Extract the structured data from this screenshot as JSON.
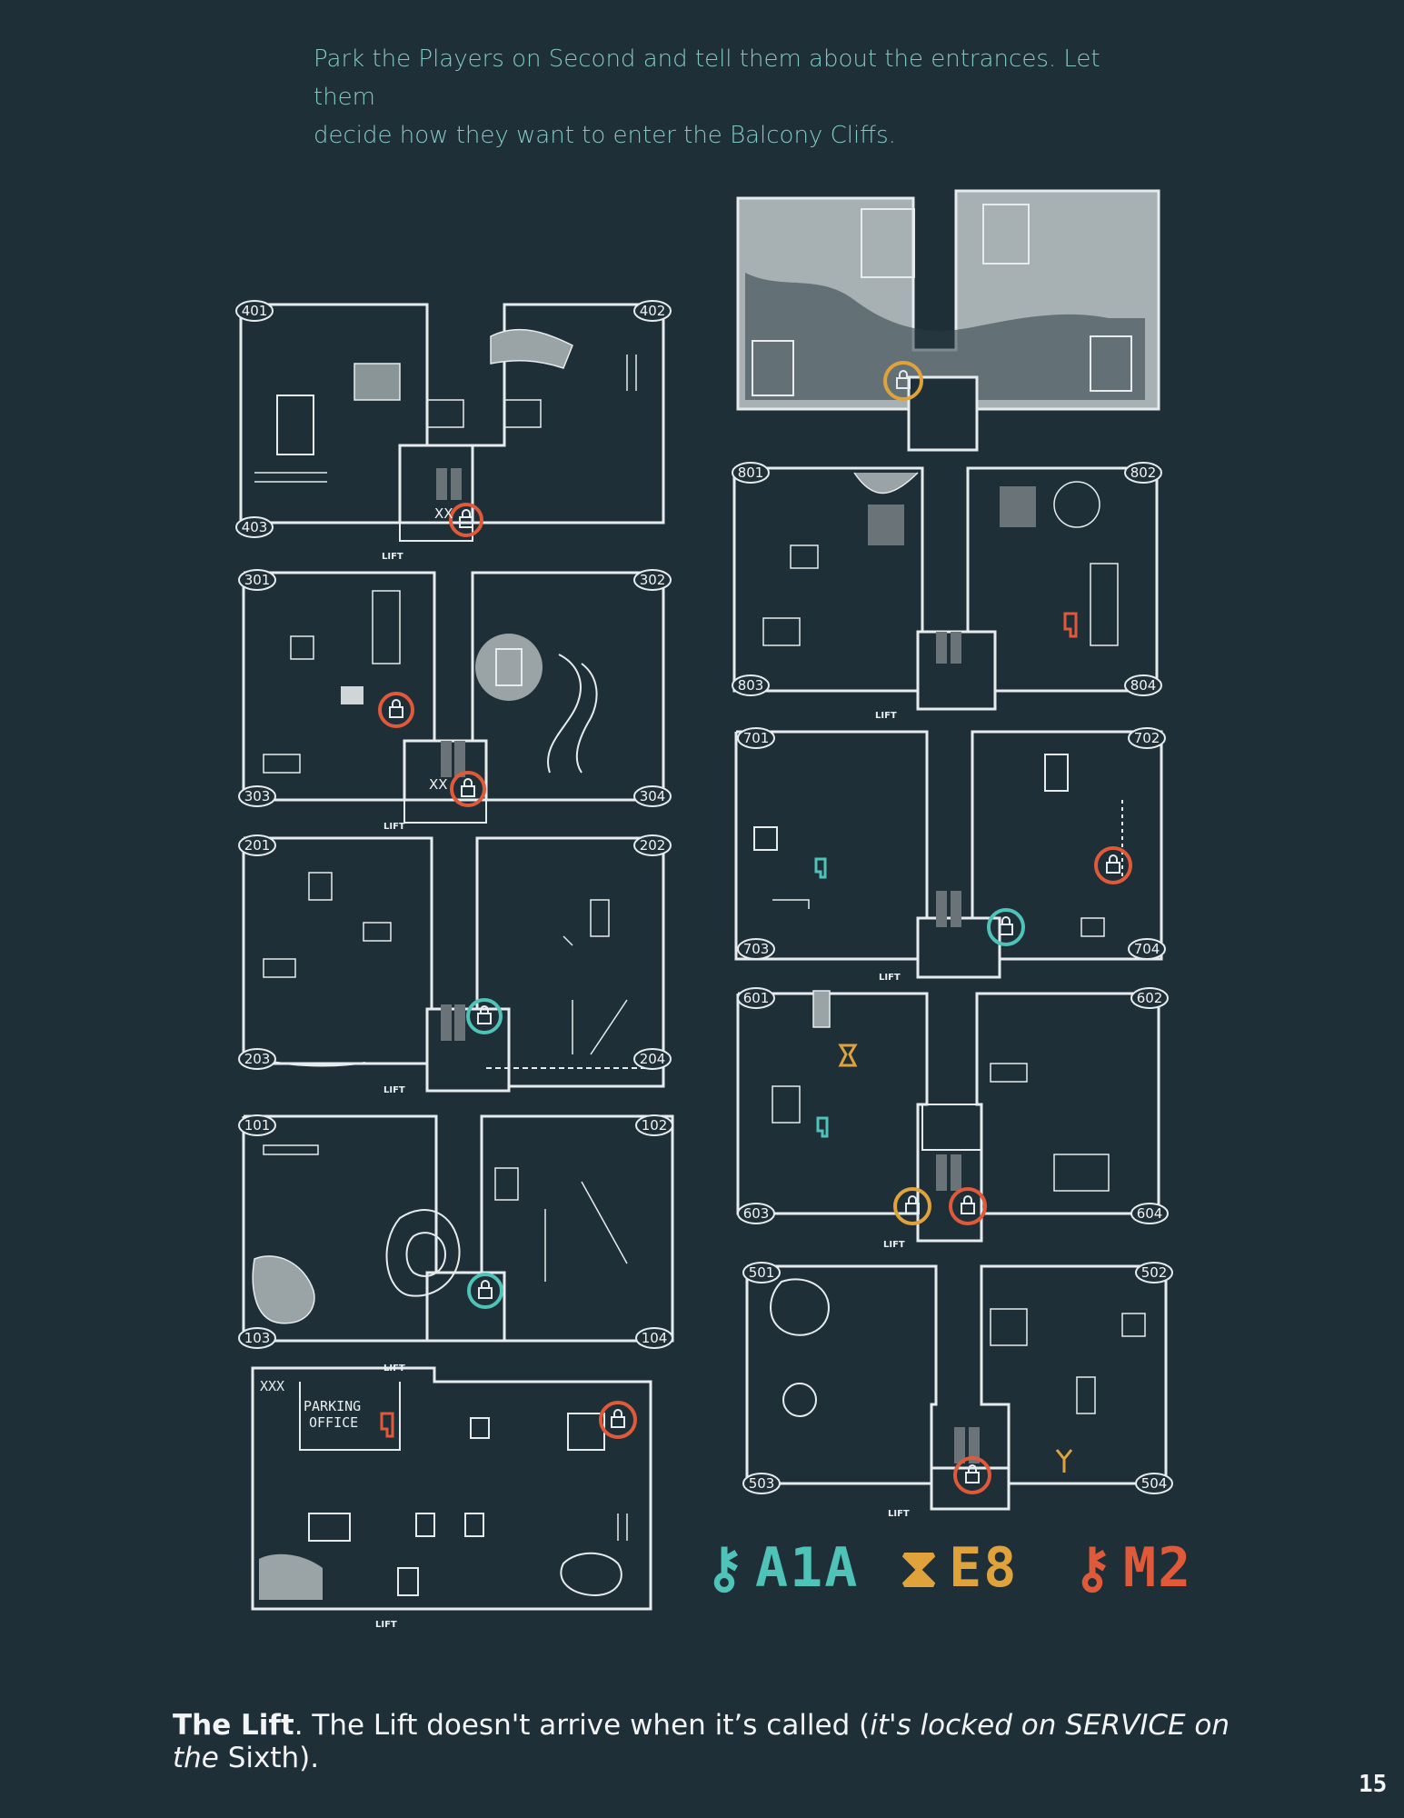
{
  "intro": {
    "line1": "Park the Players on Second and tell them about the entrances. Let them",
    "line2": "decide how they want to enter the Balcony Cliffs."
  },
  "lift_label": "LIFT",
  "parking": {
    "marks": "XXX",
    "label_line1": "PARKING",
    "label_line2": "OFFICE"
  },
  "floors": {
    "f4": {
      "tl": "401",
      "tr": "402",
      "bl": "403"
    },
    "f3": {
      "tl": "301",
      "tr": "302",
      "bl": "303",
      "br": "304"
    },
    "f2": {
      "tl": "201",
      "tr": "202",
      "bl": "203",
      "br": "204"
    },
    "f1": {
      "tl": "101",
      "tr": "102",
      "bl": "103",
      "br": "104"
    },
    "f8": {
      "tl": "801",
      "tr": "802",
      "bl": "803",
      "br": "804"
    },
    "f7": {
      "tl": "701",
      "tr": "702",
      "bl": "703",
      "br": "704"
    },
    "f6": {
      "tl": "601",
      "tr": "602",
      "bl": "603",
      "br": "604"
    },
    "f5": {
      "tl": "501",
      "tr": "502",
      "bl": "503",
      "br": "504"
    }
  },
  "keycodes": [
    {
      "code": "A1A",
      "color": "#4fc3b8",
      "icon": "key-icon"
    },
    {
      "code": "E8",
      "color": "#e0a33c",
      "icon": "hourglass-icon"
    },
    {
      "code": "M2",
      "color": "#e05a3a",
      "icon": "key-icon"
    }
  ],
  "colors": {
    "background": "#1f2f38",
    "line": "#e6ecee",
    "teal": "#4fc3b8",
    "orange": "#e05a3a",
    "gold": "#e0a33c"
  },
  "bottom": {
    "bold": "The Lift",
    "text1": ". The Lift doesn't arrive when it’s called (",
    "italic1": "it's locked on SERVICE on the",
    "text2": " Sixth)."
  },
  "page_number": "15"
}
